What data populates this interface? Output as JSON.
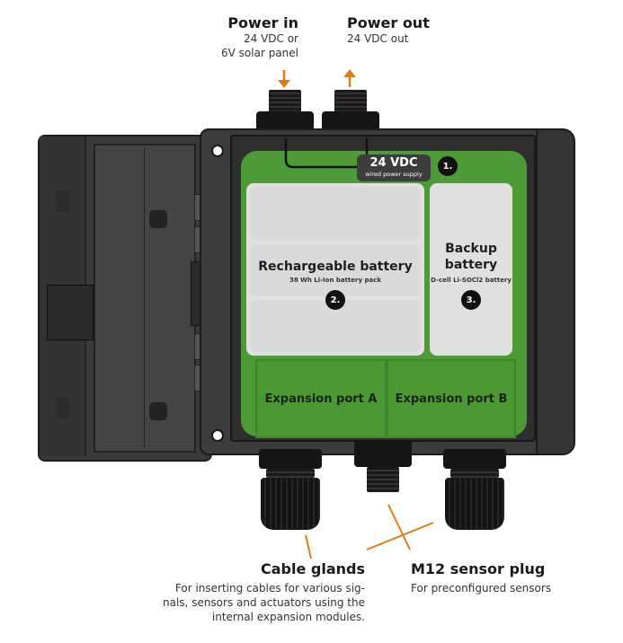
{
  "colors": {
    "accent_orange": "#e07b14",
    "board_green": "#4e9a36",
    "battery_gray": "#e0e0e0",
    "enclosure_dark": "#3a3a3a"
  },
  "callouts": {
    "power_in": {
      "title": "Power in",
      "lines": [
        "24 VDC or",
        "6V solar panel"
      ],
      "icon": "arrow-down-icon"
    },
    "power_out": {
      "title": "Power out",
      "lines": [
        "24 VDC out"
      ],
      "icon": "arrow-up-icon"
    },
    "cable_glands": {
      "title": "Cable glands",
      "lines": [
        "For inserting cables for various sig-",
        "nals, sensors and actuators using the",
        "internal expansion modules."
      ]
    },
    "m12_plug": {
      "title": "M12 sensor plug",
      "lines": [
        "For preconfigured sensors"
      ]
    }
  },
  "board": {
    "power_supply": {
      "title": "24 VDC",
      "subtitle": "wired power supply",
      "badge": "1."
    },
    "rechargeable_battery": {
      "title": "Rechargeable battery",
      "subtitle": "38 Wh Li-Ion battery pack",
      "badge": "2."
    },
    "backup_battery": {
      "title_line1": "Backup",
      "title_line2": "battery",
      "subtitle": "D-cell Li-SOCl2 battery",
      "badge": "3."
    },
    "expansion_ports": [
      {
        "label": "Expansion port A"
      },
      {
        "label": "Expansion port B"
      }
    ]
  }
}
